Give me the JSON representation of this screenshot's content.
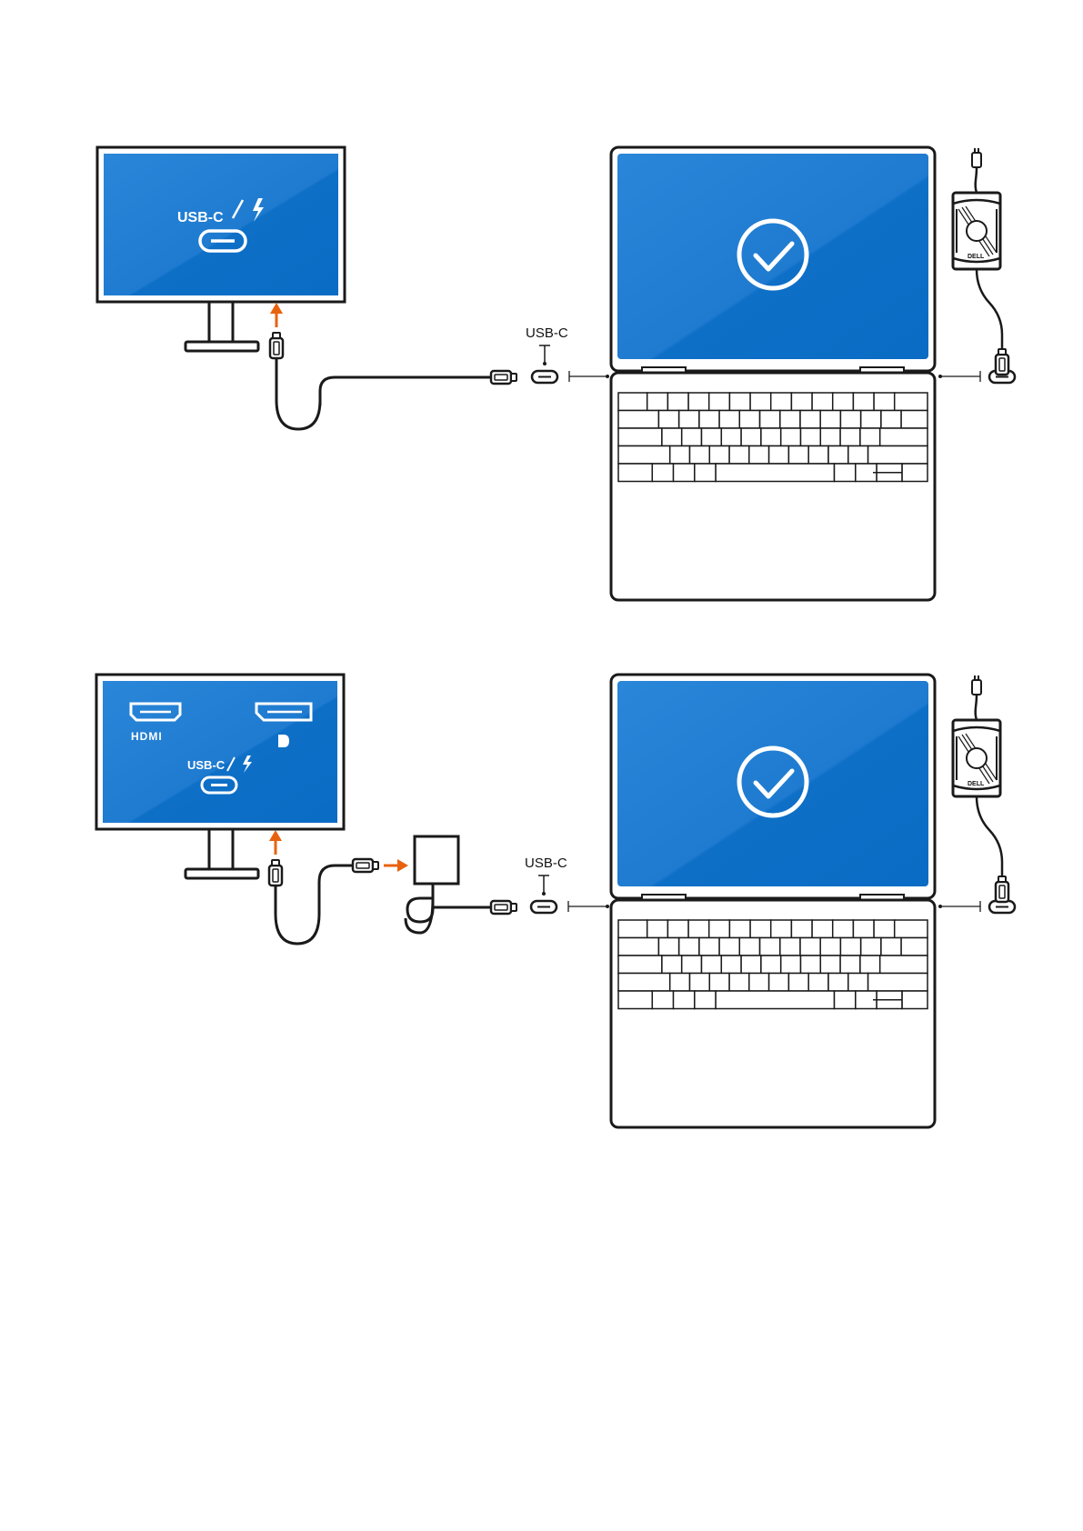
{
  "colors": {
    "screen_blue": "#1f7bd0",
    "screen_blue_dark": "#0a6cc4",
    "arrow_orange": "#e8620e",
    "outline": "#1a1a1a"
  },
  "diagram_1": {
    "monitor_ports": {
      "usbc_label": "USB-C",
      "icons": [
        "usb-c-port-icon",
        "thunderbolt-icon"
      ]
    },
    "laptop_port_label": "USB-C",
    "laptop_status_icon": "checkmark-circle-icon",
    "adapter_brand": "DELL"
  },
  "diagram_2": {
    "monitor_ports": {
      "hdmi_label": "HDMI",
      "usbc_label": "USB-C",
      "icons": [
        "hdmi-port-icon",
        "displayport-icon",
        "usb-c-port-icon",
        "thunderbolt-icon"
      ]
    },
    "laptop_port_label": "USB-C",
    "laptop_status_icon": "checkmark-circle-icon",
    "adapter_brand": "DELL"
  }
}
